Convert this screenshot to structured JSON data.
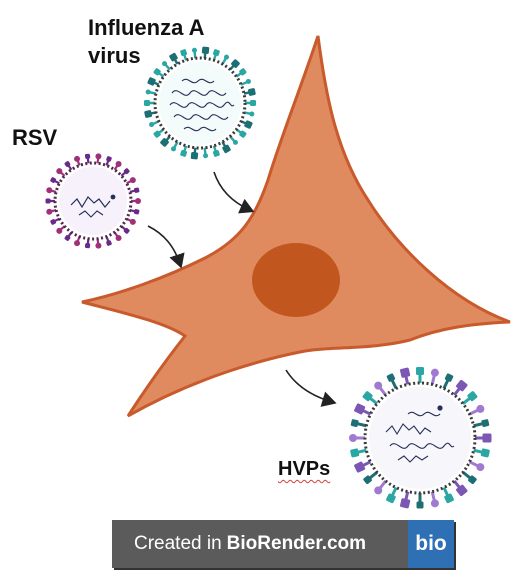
{
  "labels": {
    "influenza_line1": "Influenza A",
    "influenza_line2": "virus",
    "rsv": "RSV",
    "hvps": "HVPs"
  },
  "badge": {
    "prefix": "Created in",
    "brand": "BioRender.com",
    "logo": "bio"
  },
  "colors": {
    "cell_fill": "#e08a60",
    "cell_stroke": "#c85a2c",
    "nucleus": "#c1561f",
    "influenza_spikes": "#2aa6a3",
    "influenza_dark": "#1d6f74",
    "rsv_spikes": "#a0307a",
    "hvp_purple": "#7b56b3",
    "hvp_teal": "#2aa6a3"
  }
}
